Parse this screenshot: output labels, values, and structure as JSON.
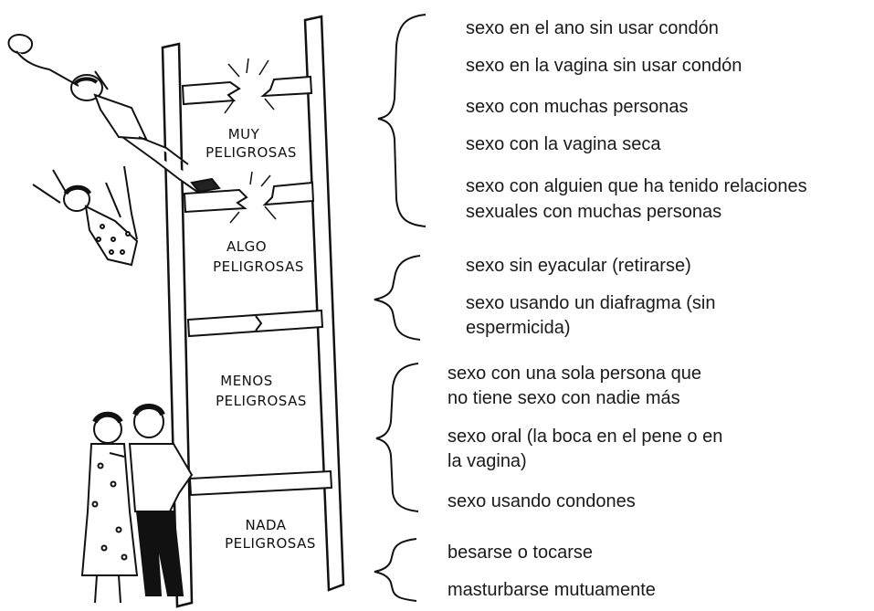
{
  "ladder": {
    "rungs": [
      {
        "label_lines": [
          "MUY",
          "PELIGROSAS"
        ]
      },
      {
        "label_lines": [
          "ALGO",
          "PELIGROSAS"
        ]
      },
      {
        "label_lines": [
          "MENOS",
          "PELIGROSAS"
        ]
      },
      {
        "label_lines": [
          "NADA",
          "PELIGROSAS"
        ]
      }
    ]
  },
  "groups": [
    {
      "items": [
        {
          "text": "sexo en el ano sin usar condón"
        },
        {
          "text": "sexo en la vagina sin usar condón"
        },
        {
          "text": "sexo con muchas personas"
        },
        {
          "text": "sexo con la vagina seca"
        },
        {
          "line1": "sexo con alguien que ha tenido relaciones",
          "line2": "sexuales con muchas personas"
        }
      ]
    },
    {
      "items": [
        {
          "text": "sexo sin eyacular (retirarse)"
        },
        {
          "line1": "sexo usando un diafragma (sin",
          "line2": "espermicida)"
        }
      ]
    },
    {
      "items": [
        {
          "line1": "sexo con una sola persona que",
          "line2": "no tiene sexo con nadie más"
        },
        {
          "line1": "sexo oral (la boca en el pene o en",
          "line2": "la vagina)"
        },
        {
          "text": "sexo usando condones"
        }
      ]
    },
    {
      "items": [
        {
          "text": "besarse o tocarse"
        },
        {
          "text": "masturbarse mutuamente"
        }
      ]
    }
  ]
}
